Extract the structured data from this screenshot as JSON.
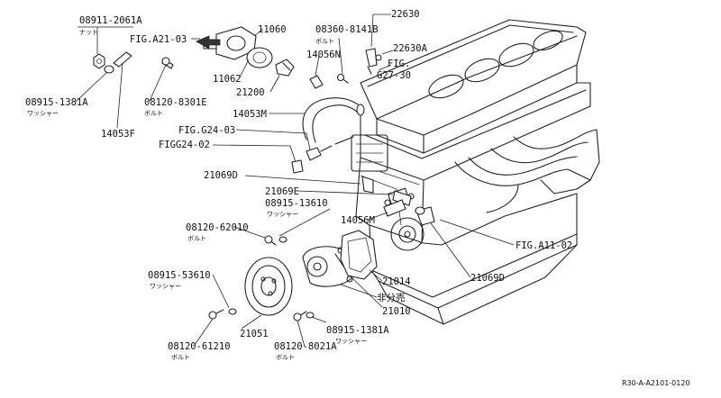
{
  "labels": {
    "p08911_2061A": "08911-2061A",
    "nut_jp": "ナット",
    "fig_a21_03": "FIG.A21-03",
    "p11060": "11060",
    "p08360_8141B": "08360-8141B",
    "bolt_jp_1": "ボルト",
    "p22630": "22630",
    "p22630A": "22630A",
    "p14056N": "14056N",
    "fig_g27_30_a": "FIG.",
    "fig_g27_30_b": "G27-30",
    "p11062": "11062",
    "p21200": "21200",
    "p08915_1381A_top": "08915-1381A",
    "washer_jp_1": "ワッシャー",
    "p08120_8301E": "08120-8301E",
    "bolt_jp_2": "ボルト",
    "p14053F": "14053F",
    "p14053M": "14053M",
    "fig_g24_03": "FIG.G24-03",
    "fig_g24_02": "FIGG24-02",
    "p21069D_top": "21069D",
    "p21069E": "21069E",
    "p08915_13610": "08915-13610",
    "washer_jp_2": "ワッシャー",
    "p14056M": "14056M",
    "p08120_62010": "08120-62010",
    "bolt_jp_3": "ボルト",
    "fig_a11_02": "FIG.A11-02",
    "p08915_53610": "08915-53610",
    "washer_jp_3": "ワッシャー",
    "p21014": "21014",
    "p21069D_bottom": "21069D",
    "non_separable": "非分売",
    "p21010": "21010",
    "p21051": "21051",
    "p08915_1381A_bottom": "08915-1381A",
    "washer_jp_4": "ワッシャー",
    "p08120_61210": "08120-61210",
    "bolt_jp_4": "ボルト",
    "p08120_8021A": "08120-8021A",
    "bolt_jp_5": "ボルト",
    "drawing_code": "R30-A-A2101-0120"
  },
  "icons": {
    "arrow": "direction-arrow-icon"
  }
}
